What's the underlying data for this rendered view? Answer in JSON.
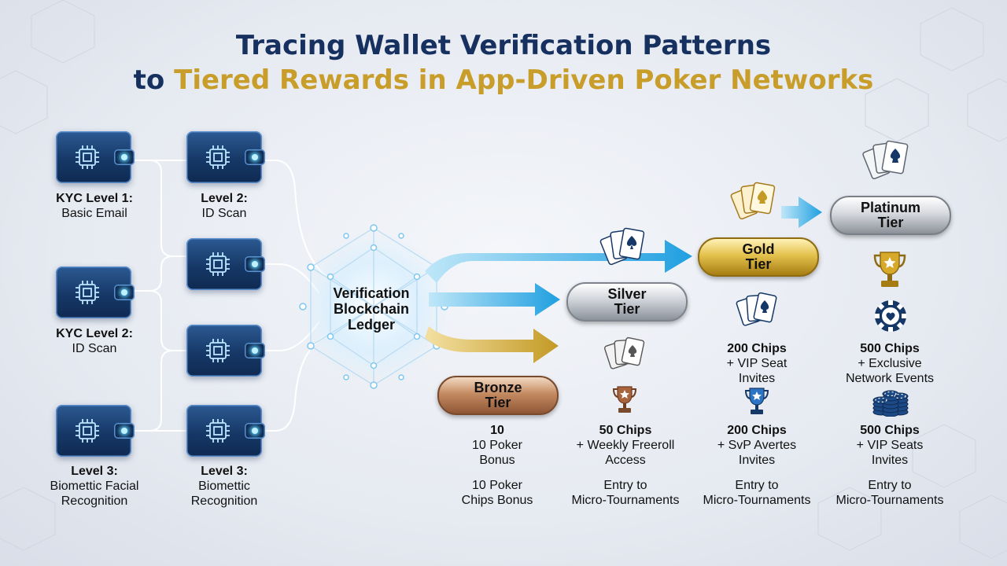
{
  "title": {
    "line1": "Tracing Wallet Verification Patterns",
    "line2_prefix": "to ",
    "line2_highlight": "Tiered Rewards in App-Driven Poker Networks"
  },
  "kyc": [
    {
      "bold": "KYC Level 1:",
      "text": "Basic Email"
    },
    {
      "bold": "Level 2:",
      "text": "ID Scan"
    },
    {
      "bold": "KYC Level 2:",
      "text": "ID Scan"
    },
    {
      "bold": "Level 3:",
      "text": "Biomettic Facial",
      "text2": "Recognition"
    },
    {
      "bold": "Level 3:",
      "text": "Biomettic",
      "text2": "Recognition"
    }
  ],
  "ledger": {
    "line1": "Verification",
    "line2": "Blockchain",
    "line3": "Ledger"
  },
  "tiers": {
    "bronze": {
      "line1": "Bronze",
      "line2": "Tier"
    },
    "silver": {
      "line1": "Silver",
      "line2": "Tier"
    },
    "gold": {
      "line1": "Gold",
      "line2": "Tier"
    },
    "platinum": {
      "line1": "Platinum",
      "line2": "Tier"
    }
  },
  "rewards": {
    "bronze_a": {
      "bold": "10",
      "l1": "10 Poker",
      "l2": "Bonus"
    },
    "bronze_b": {
      "l1": "10 Poker",
      "l2": "Chips Bonus"
    },
    "silver_a": {
      "bold": "50 Chips",
      "l1": "+ Weekly Freeroll",
      "l2": "Access"
    },
    "silver_b": {
      "l1": "Entry to",
      "l2": "Micro-Tournaments"
    },
    "gold_top": {
      "bold": "200 Chips",
      "l1": "+ VIP Seat",
      "l2": "Invites"
    },
    "gold_a": {
      "bold": "200 Chips",
      "l1": "+ SvP Avertes",
      "l2": "Invites"
    },
    "gold_b": {
      "l1": "Entry to",
      "l2": "Micro-Tournaments"
    },
    "plat_top": {
      "bold": "500 Chips",
      "l1": "+ Exclusive",
      "l2": "Network Events"
    },
    "plat_a": {
      "bold": "500 Chips",
      "l1": "+ VIP Seats",
      "l2": "Invites"
    },
    "plat_b": {
      "l1": "Entry to",
      "l2": "Micro-Tournaments"
    }
  },
  "colors": {
    "navy": "#16305f",
    "gold_text": "#c89d29",
    "arrow_blue": "#2aa7e0",
    "arrow_gold": "#c9a02c",
    "connector": "#ffffff"
  },
  "icons": [
    "chip-icon",
    "playing-cards-icon",
    "trophy-icon",
    "poker-chip-icon",
    "chip-stack-icon",
    "arrow-icon"
  ]
}
